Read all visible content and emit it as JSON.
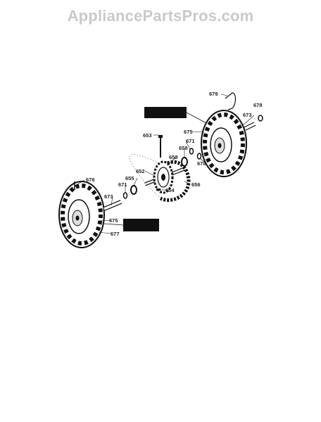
{
  "watermark": "AppliancePartsPros.com",
  "parts": {
    "p679a": "679",
    "p678a": "678",
    "p673a": "673",
    "p675a": "675",
    "p653": "653",
    "p671a": "671",
    "p658": "658",
    "p678b": "678",
    "p650": "650",
    "p652": "652",
    "p655": "655",
    "p656": "656",
    "p654": "654",
    "p676": "676",
    "p671b": "671",
    "p673b": "673",
    "p675b": "675",
    "p677": "677"
  },
  "callouts": {
    "left_wheel_box": "",
    "right_wheel_box": ""
  }
}
